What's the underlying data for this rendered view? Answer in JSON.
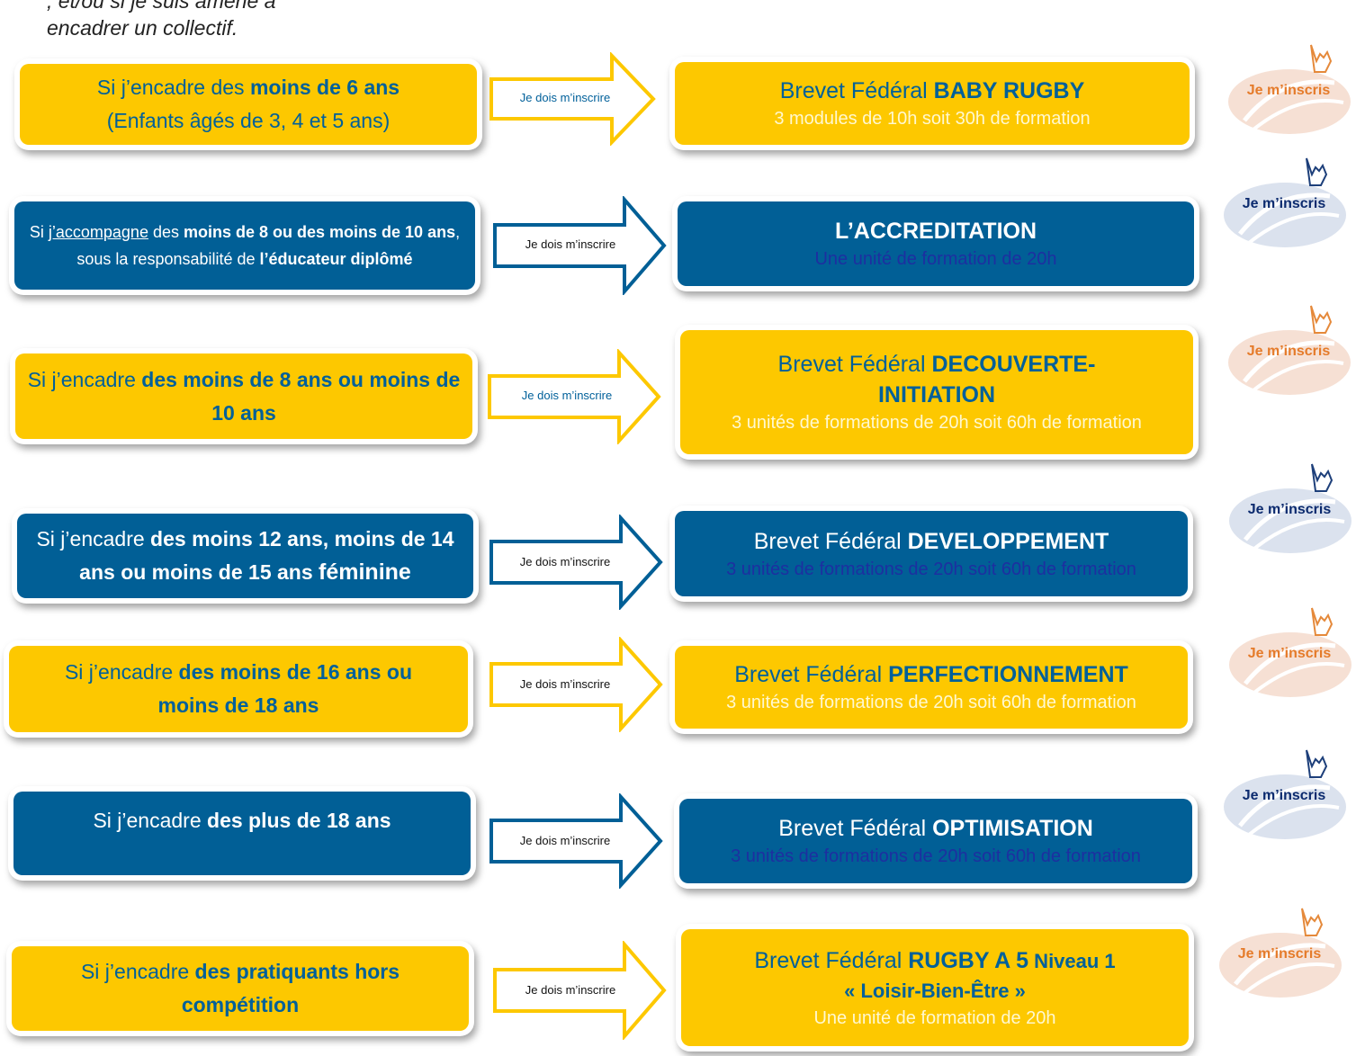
{
  "intro": {
    "line1_underlined": "                                                                                                          ",
    "line1_rest": ", et/ou si je suis amené à",
    "line2": "encadrer un collectif."
  },
  "arrow_label": "Je dois m’inscrire",
  "signup_label": "Je m’inscris",
  "colors": {
    "yellow": "#fdc800",
    "blue": "#015f96",
    "text_blue": "#00609a"
  },
  "rows": [
    {
      "left": {
        "pre": "Si j’encadre des ",
        "bold": "moins de 6 ans",
        "line2": "(Enfants âgés de 3, 4 et 5 ans)"
      },
      "right": {
        "pre": "Brevet Fédéral ",
        "bold": "BABY RUGBY",
        "sub": "3 modules de 10h soit 30h de formation"
      }
    },
    {
      "left": {
        "pre": "Si ",
        "link": "j’accompagne",
        "mid": " des ",
        "bold1": "moins de 8 ou des moins de 10 ans",
        "mid2": ", sous la responsabilité de ",
        "bold2": "l’éducateur diplômé"
      },
      "right": {
        "bold": "L’ACCREDITATION",
        "sub": "Une unité de formation de 20h"
      }
    },
    {
      "left": {
        "pre": "Si j’encadre ",
        "bold": "des moins de 8 ans ou moins de 10 ans"
      },
      "right": {
        "pre": "Brevet Fédéral ",
        "bold": "DECOUVERTE-INITIATION",
        "sub": "3 unités de formations de 20h soit 60h de formation"
      }
    },
    {
      "left": {
        "pre": "Si j’encadre ",
        "bold": "des moins 12 ans, moins de 14  ans ou moins de 15 ans ",
        "bold_big": "féminine"
      },
      "right": {
        "pre": "Brevet Fédéral ",
        "bold": "DEVELOPPEMENT",
        "sub": "3 unités de formations de 20h soit 60h de formation"
      }
    },
    {
      "left": {
        "pre": "Si j’encadre ",
        "bold": "des moins de 16 ans ou moins de 18 ans"
      },
      "right": {
        "pre": "Brevet Fédéral ",
        "bold": "PERFECTIONNEMENT",
        "sub": "3 unités de formations de 20h soit 60h de formation"
      }
    },
    {
      "left": {
        "pre": "Si j’encadre ",
        "bold": "des plus de 18 ans"
      },
      "right": {
        "pre": "Brevet Fédéral ",
        "bold": "OPTIMISATION",
        "sub": "3 unités de formations de 20h soit 60h de formation"
      }
    },
    {
      "left": {
        "pre": "Si j’encadre ",
        "bold": "des pratiquants hors compétition"
      },
      "right": {
        "pre": "Brevet Fédéral ",
        "bold": "RUGBY A 5",
        "bold_small": " Niveau 1",
        "line2": "« Loisir-Bien-Être »",
        "sub": "Une unité de formation de 20h"
      }
    }
  ]
}
